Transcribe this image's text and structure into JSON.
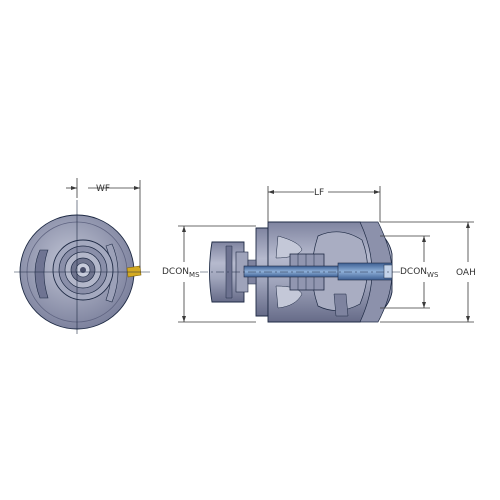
{
  "labels": {
    "wf": "WF",
    "lf": "LF",
    "dcon_ms_main": "DCON",
    "dcon_ms_sub": "MS",
    "dcon_ws_main": "DCON",
    "dcon_ws_sub": "WS",
    "oah": "OAH"
  },
  "colors": {
    "body": "#8e93ab",
    "body_light": "#b4b8cc",
    "body_dark": "#5e6380",
    "outline": "#1e2a44",
    "shaft": "#5a7fb0",
    "insert": "#d4aa22",
    "dimension": "#3a3a3a"
  }
}
